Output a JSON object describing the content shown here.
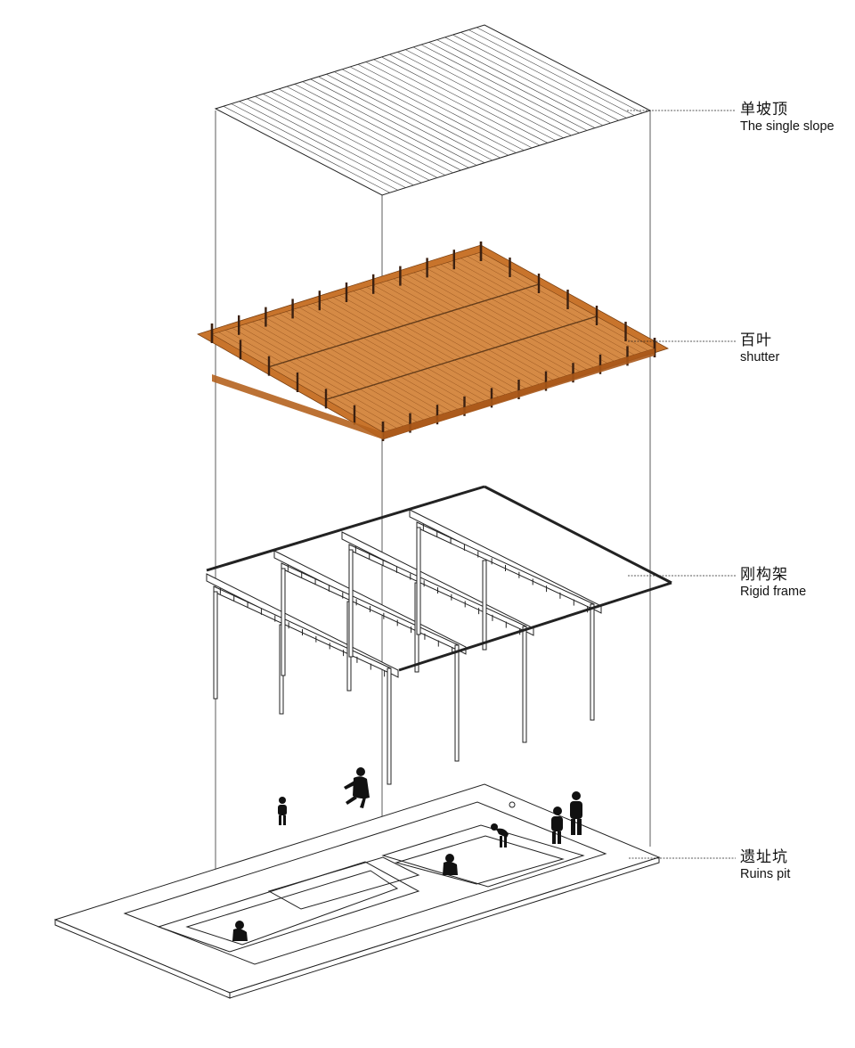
{
  "colors": {
    "line": "#222222",
    "shutter": "#c8742c",
    "shutter_dark": "#7a3f10",
    "figure": "#111111"
  },
  "labels": {
    "roof": {
      "zh": "单坡顶",
      "en": "The single slope"
    },
    "shutter": {
      "zh": "百叶",
      "en": "shutter"
    },
    "frame": {
      "zh": "刚构架",
      "en": "Rigid frame"
    },
    "pit": {
      "zh": "遗址坑",
      "en": "Ruins pit"
    }
  },
  "diagram": {
    "layers": [
      "roof",
      "shutter",
      "frame",
      "pit"
    ],
    "frame_count": 4
  }
}
